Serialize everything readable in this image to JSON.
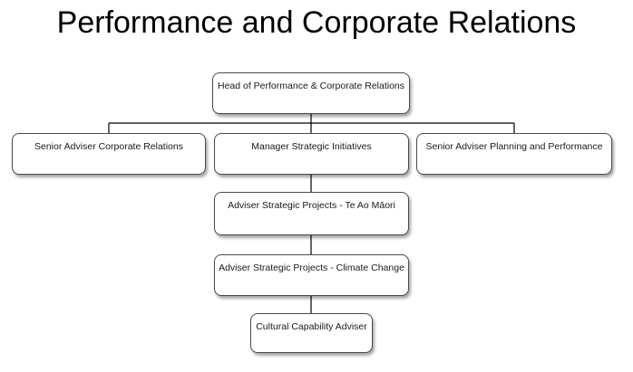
{
  "title": "Performance and Corporate Relations",
  "nodes": {
    "head": "Head of Performance & Corporate Relations",
    "senior_adviser_corporate": "Senior Adviser Corporate Relations",
    "manager_strategic": "Manager Strategic Initiatives",
    "senior_adviser_planning": "Senior Adviser Planning and Performance",
    "adviser_te_ao_maori": "Adviser Strategic Projects - Te Ao Māori",
    "adviser_climate": "Adviser Strategic Projects - Climate Change",
    "cultural_capability": "Cultural Capability Adviser"
  },
  "colors": {
    "line": "#000000",
    "box_border": "#4a4a4a"
  }
}
